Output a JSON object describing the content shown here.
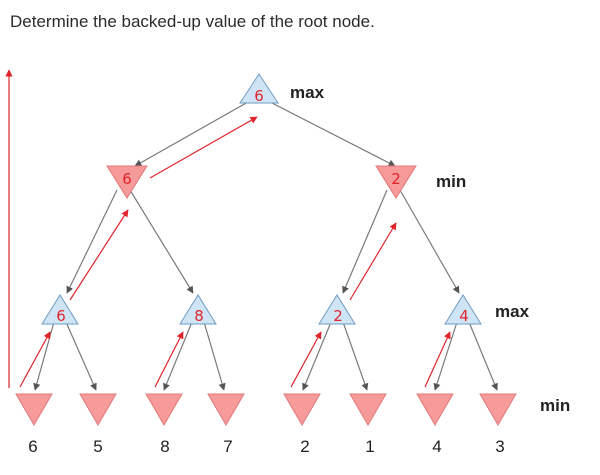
{
  "question": "Determine the backed-up value of the root node.",
  "levels": {
    "l0": "max",
    "l1": "min",
    "l2": "max",
    "l3": "min"
  },
  "root_value": "6",
  "level1_values": [
    "6",
    "2"
  ],
  "level2_values": [
    "6",
    "8",
    "2",
    "4"
  ],
  "leaf_values": [
    "6",
    "5",
    "8",
    "7",
    "2",
    "1",
    "4",
    "3"
  ],
  "colors": {
    "max_node": "#cfe4f5",
    "min_node": "#f79a9a",
    "annotation": "#e0242a",
    "edge": "#7a7a7a"
  }
}
